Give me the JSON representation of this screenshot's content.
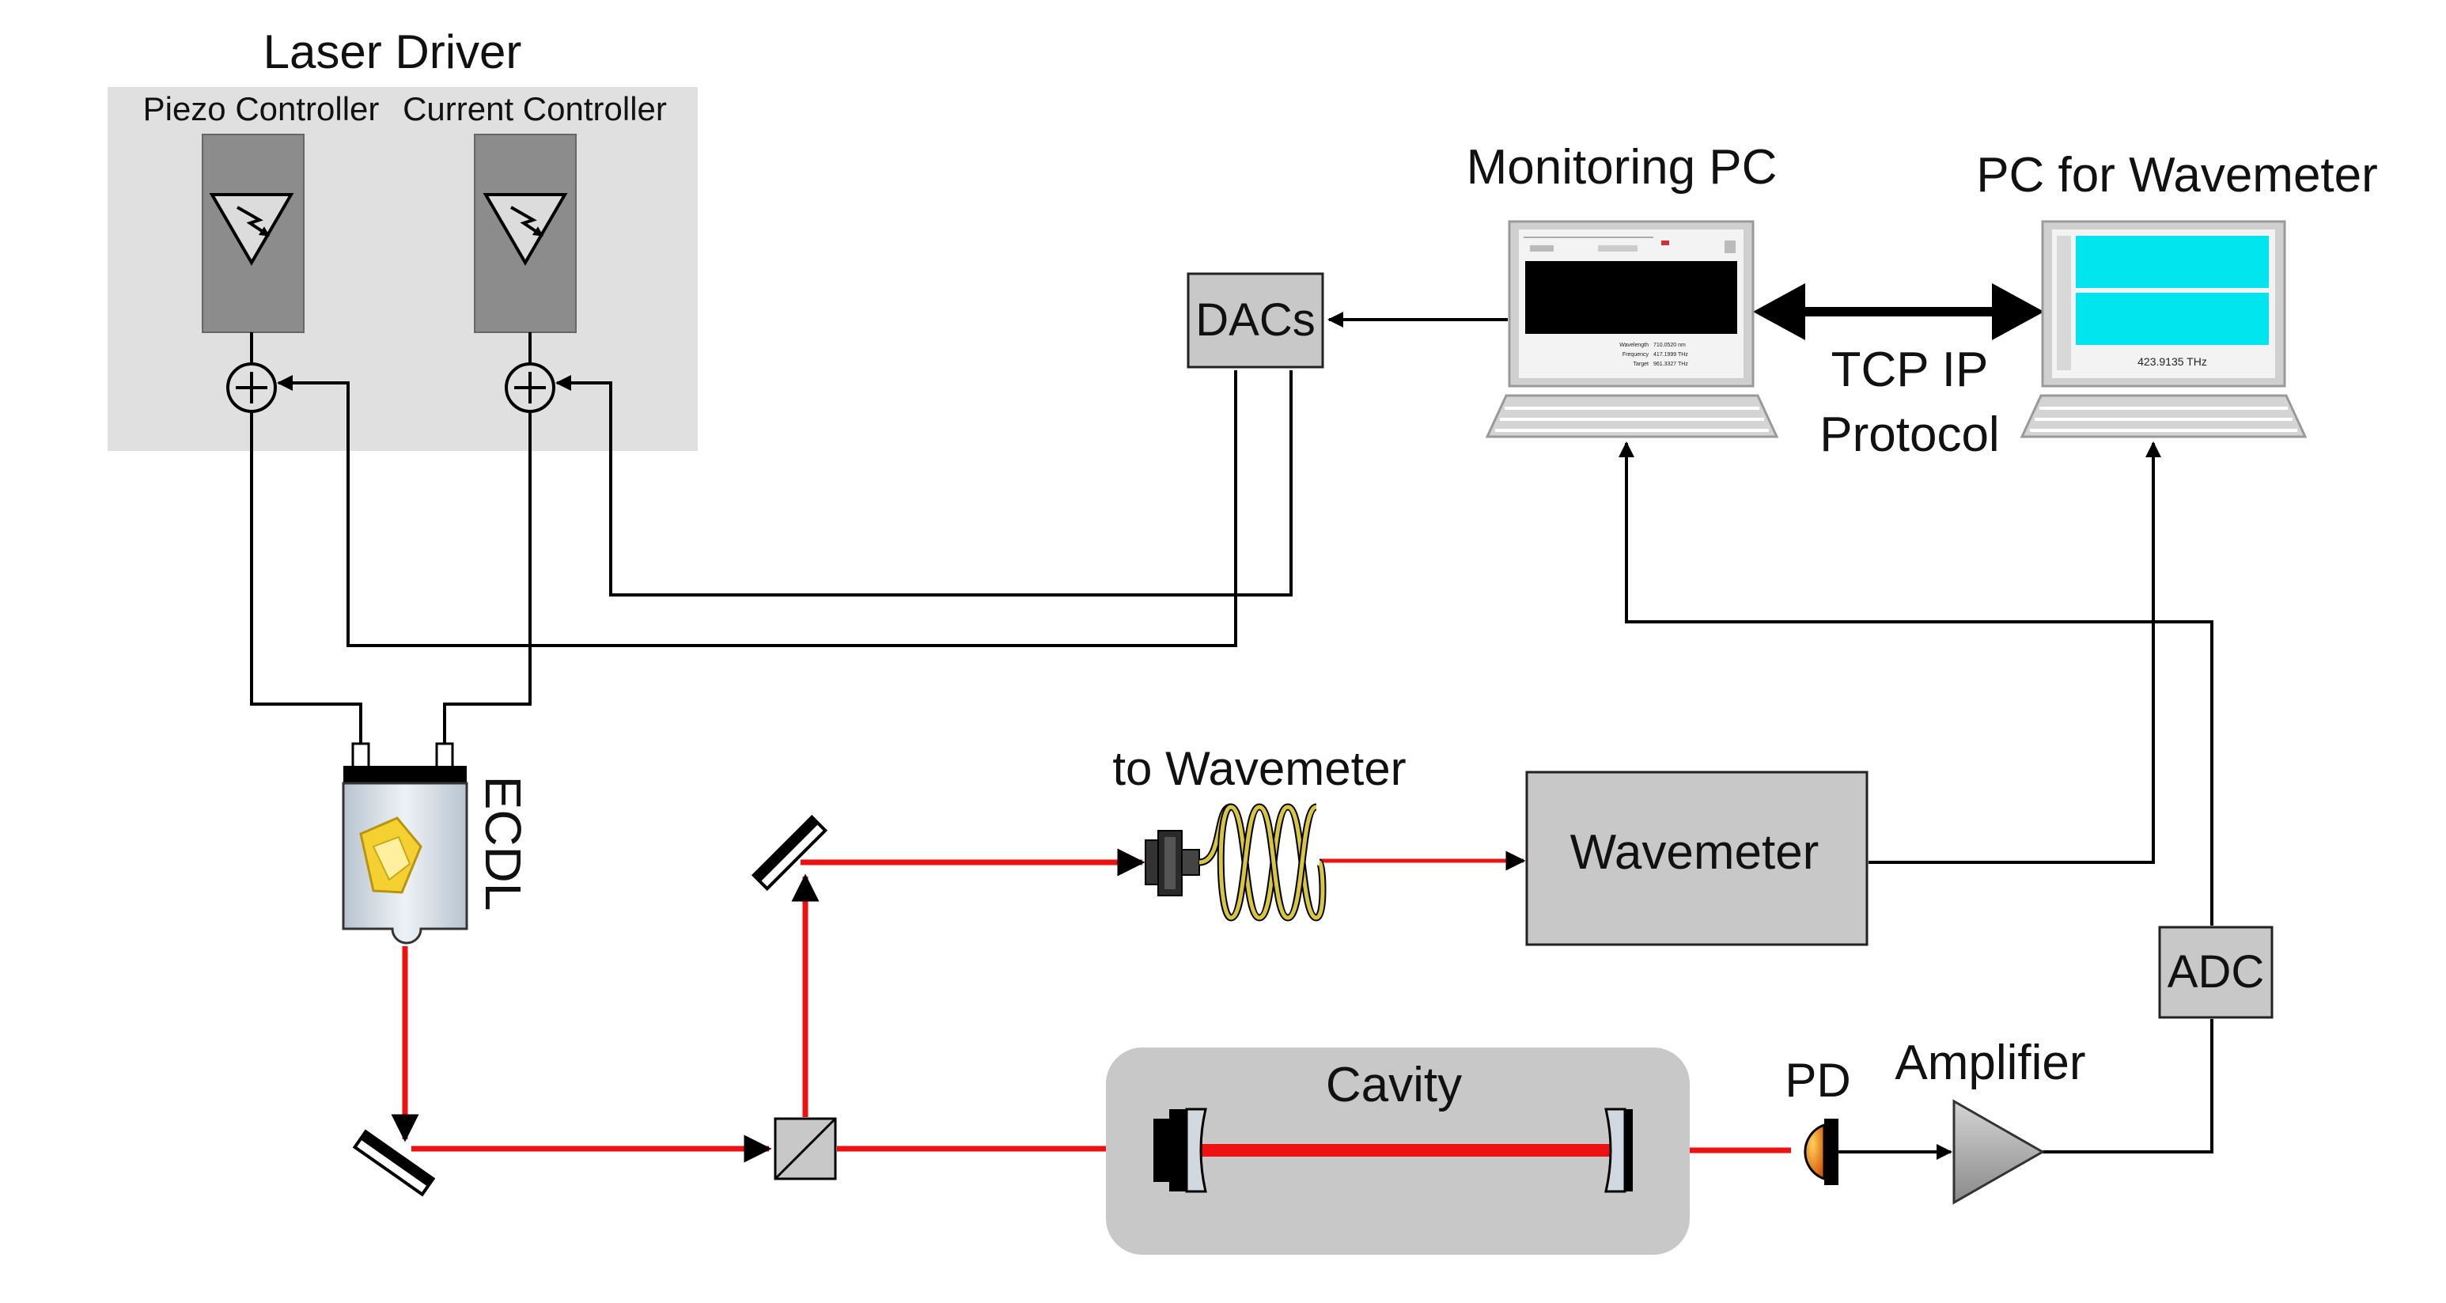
{
  "labels": {
    "laser_driver": "Laser Driver",
    "piezo_controller": "Piezo Controller",
    "current_controller": "Current Controller",
    "dacs": "DACs",
    "monitoring_pc": "Monitoring PC",
    "pc_for_wavemeter": "PC for Wavemeter",
    "tcp_ip_line1": "TCP IP",
    "tcp_ip_line2": "Protocol",
    "ecdl": "ECDL",
    "to_wavemeter": "to Wavemeter",
    "wavemeter": "Wavemeter",
    "adc": "ADC",
    "cavity": "Cavity",
    "pd": "PD",
    "amplifier": "Amplifier"
  },
  "screens": {
    "monitoring_rows": [
      {
        "name": "Wavelength",
        "value": "710.0520 nm"
      },
      {
        "name": "Frequency",
        "value": "417.1999 THz"
      },
      {
        "name": "Target",
        "value": "961.3327 THz"
      }
    ],
    "wavemeter_readout": "423.9135 THz"
  },
  "colors": {
    "beam": "#ee1111",
    "panel": "#e0e0e0",
    "box": "#c8c8c8",
    "screen_black": "#000000",
    "screen_cyan": "#00e5ee",
    "fiber": "#d9c640",
    "photodiode": "#e07a10"
  }
}
